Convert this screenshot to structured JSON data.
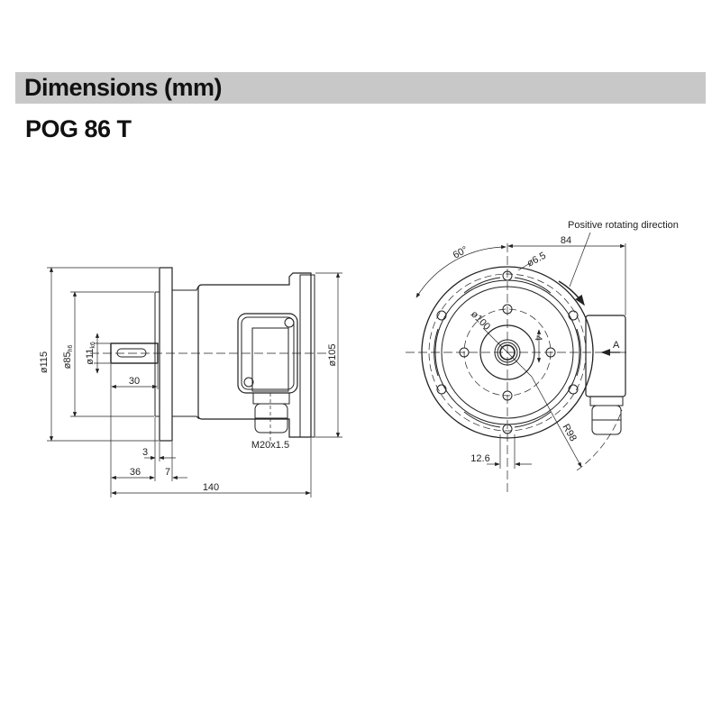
{
  "header": {
    "title": "Dimensions  (mm)"
  },
  "model": {
    "name": "POG 86 T"
  },
  "side_view": {
    "dims": {
      "flange_dia": "ø115",
      "spigot_dia": "ø85",
      "spigot_tol": "h6",
      "shaft_dia": "ø11",
      "shaft_tol": "k6",
      "shaft_len": "30",
      "housing_dia": "ø105",
      "cable_gland": "M20x1.5",
      "flange_thk": "3",
      "offset_36": "36",
      "offset_7": "7",
      "total_len": "140"
    }
  },
  "front_view": {
    "labels": {
      "rotation": "Positive rotating direction",
      "angle": "60°",
      "width_84": "84",
      "hole_dia": "ø6.5",
      "bolt_circle": "ø100",
      "key_4": "4",
      "view_a": "A",
      "radius": "R98",
      "offset_126": "12.6"
    }
  }
}
